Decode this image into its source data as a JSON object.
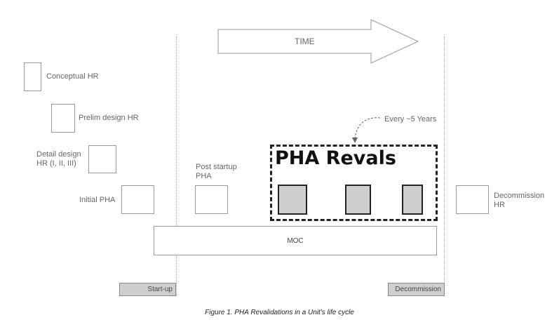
{
  "time_label": "TIME",
  "stages": {
    "conceptual": "Conceptual HR",
    "prelim": "Prelim design HR",
    "detail_line1": "Detail design",
    "detail_line2": "HR (I, II, III)",
    "initial": "Initial PHA",
    "post_startup_line1": "Post startup",
    "post_startup_line2": "PHA",
    "decommission_hr_line1": "Decommission",
    "decommission_hr_line2": "HR"
  },
  "revals": {
    "title": "PHA Revals",
    "interval": "Every ~5 Years"
  },
  "moc_label": "MOC",
  "phases": {
    "startup": "Start-up",
    "decommission": "Decommission"
  },
  "caption": "Figure 1. PHA Revalidations in a Unit's life cycle"
}
